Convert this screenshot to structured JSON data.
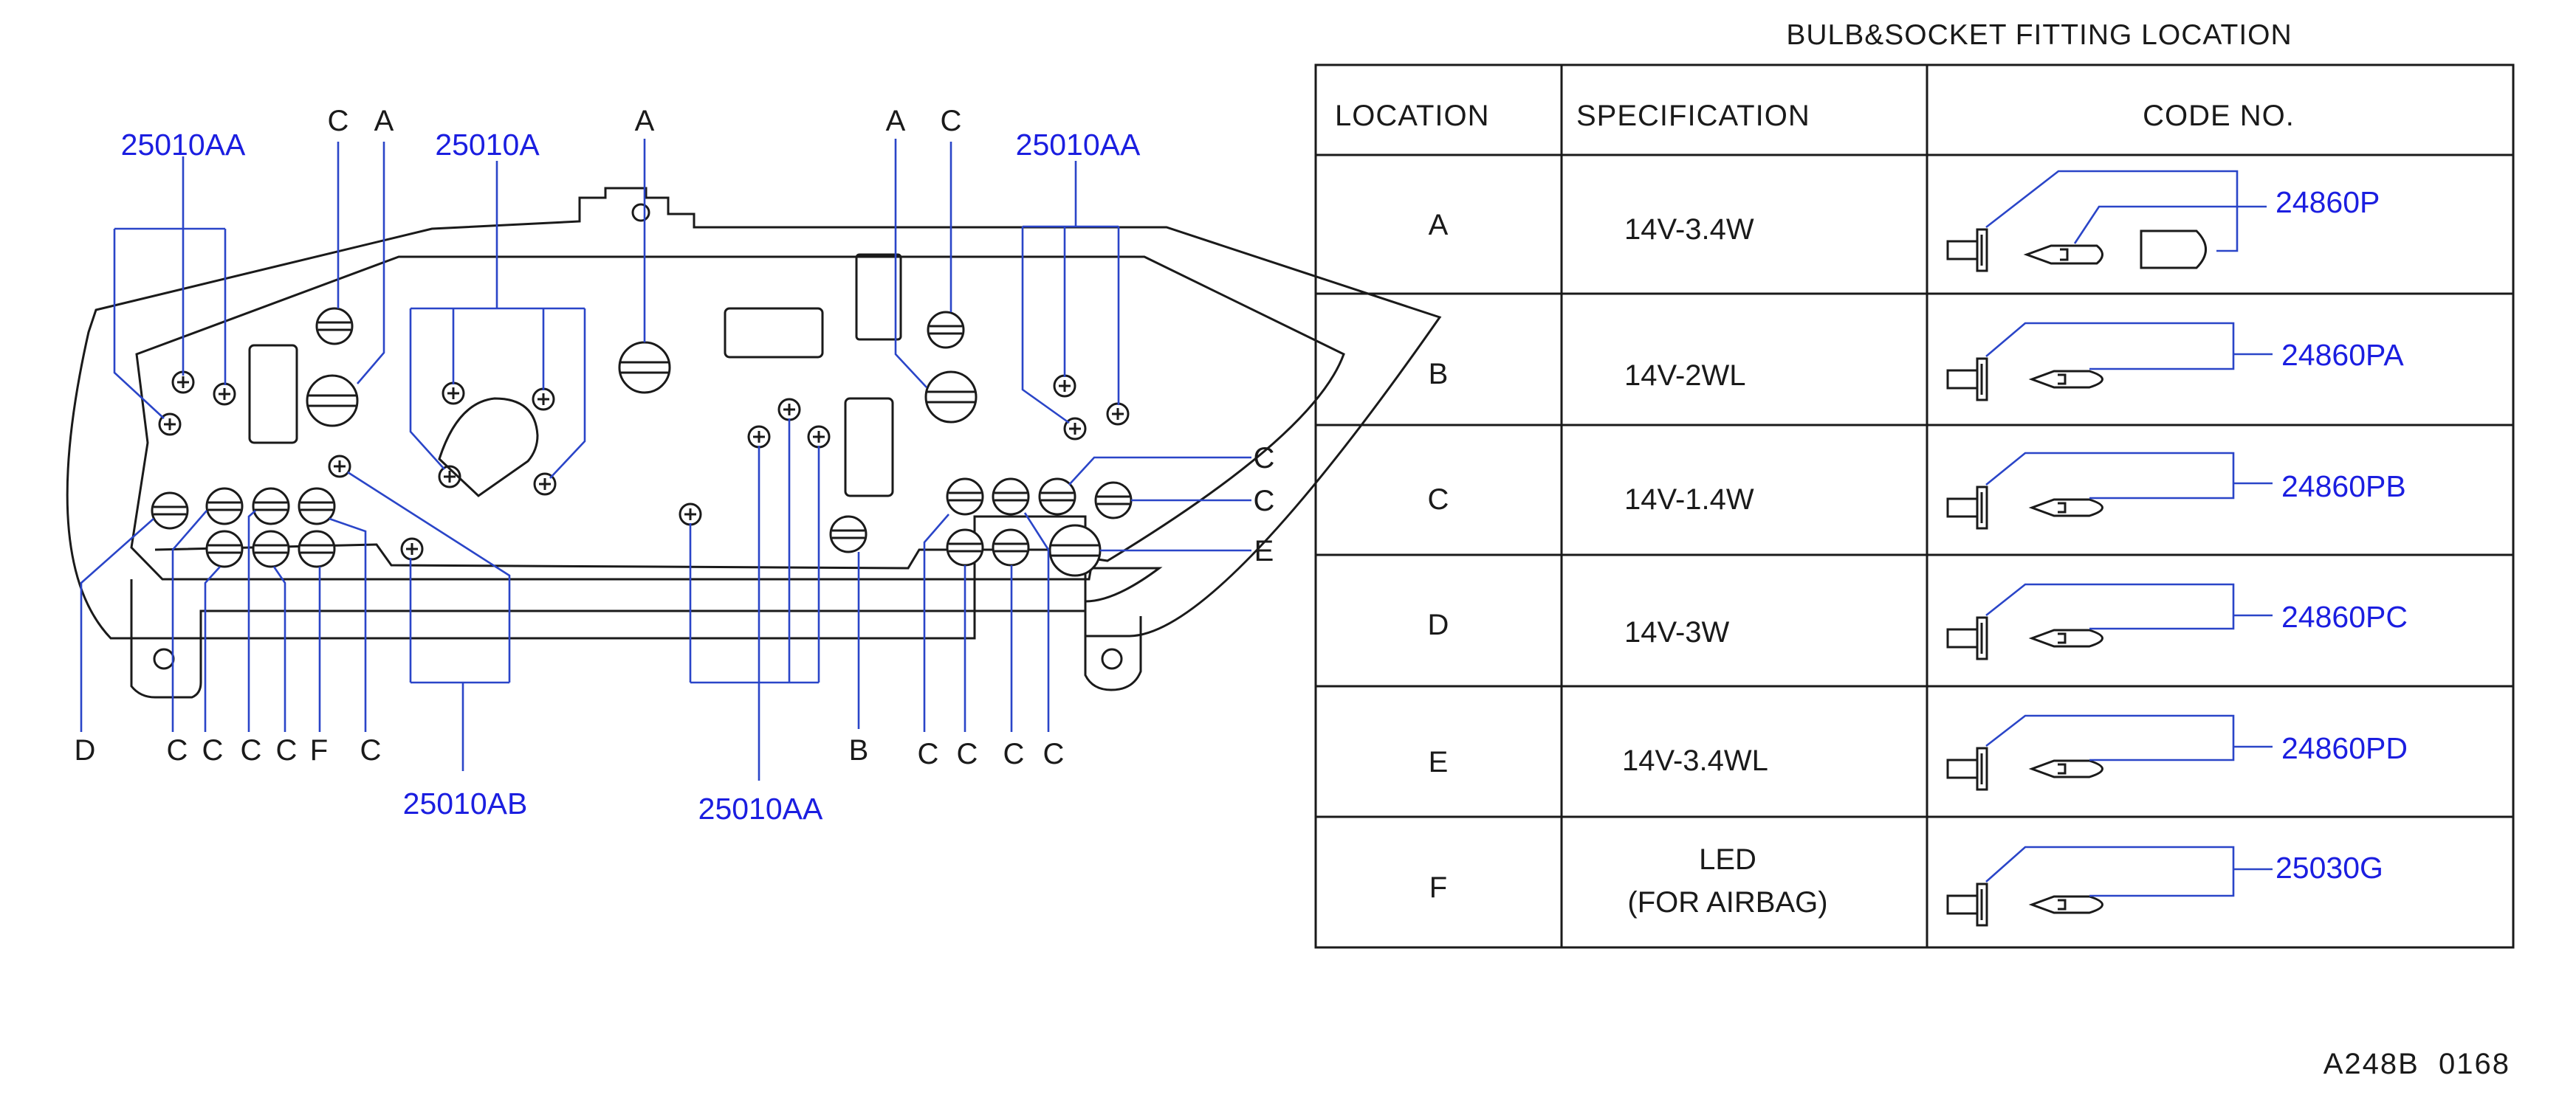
{
  "title": "BULB&SOCKET  FITTING  LOCATION",
  "drawing_ref": "A248B  0168",
  "colors": {
    "ink": "#1a1a1a",
    "callout": "#1b1ee0",
    "leader": "#2a45c8"
  },
  "table": {
    "headers": {
      "location": "LOCATION",
      "specification": "SPECIFICATION",
      "code": "CODE  NO."
    },
    "rows": [
      {
        "location": "A",
        "spec_lines": [
          "14V-3.4W"
        ],
        "code": "24860P",
        "with_cover": true
      },
      {
        "location": "B",
        "spec_lines": [
          "14V-2WL"
        ],
        "code": "24860PA",
        "with_cover": false
      },
      {
        "location": "C",
        "spec_lines": [
          "14V-1.4W"
        ],
        "code": "24860PB",
        "with_cover": false
      },
      {
        "location": "D",
        "spec_lines": [
          "14V-3W"
        ],
        "code": "24860PC",
        "with_cover": false
      },
      {
        "location": "E",
        "spec_lines": [
          "14V-3.4WL"
        ],
        "code": "24860PD",
        "with_cover": false
      },
      {
        "location": "F",
        "spec_lines": [
          "LED",
          "(FOR  AIRBAG)"
        ],
        "code": "25030G",
        "with_cover": false
      }
    ]
  },
  "diagram": {
    "part_labels": {
      "left_screws": "25010AA",
      "center_screws": "25010A",
      "right_top_screws": "25010AA",
      "lower_left_screws": "25010AB",
      "lower_center_screws": "25010AA"
    },
    "top_letters": [
      "C",
      "A",
      "A",
      "A",
      "C"
    ],
    "bottom_letters_left": [
      "D",
      "C",
      "C",
      "C",
      "C",
      "F",
      "C"
    ],
    "bottom_letter_center": "B",
    "bottom_letters_right": [
      "C",
      "C",
      "C",
      "C"
    ],
    "right_letters": [
      "C",
      "C",
      "E"
    ]
  }
}
